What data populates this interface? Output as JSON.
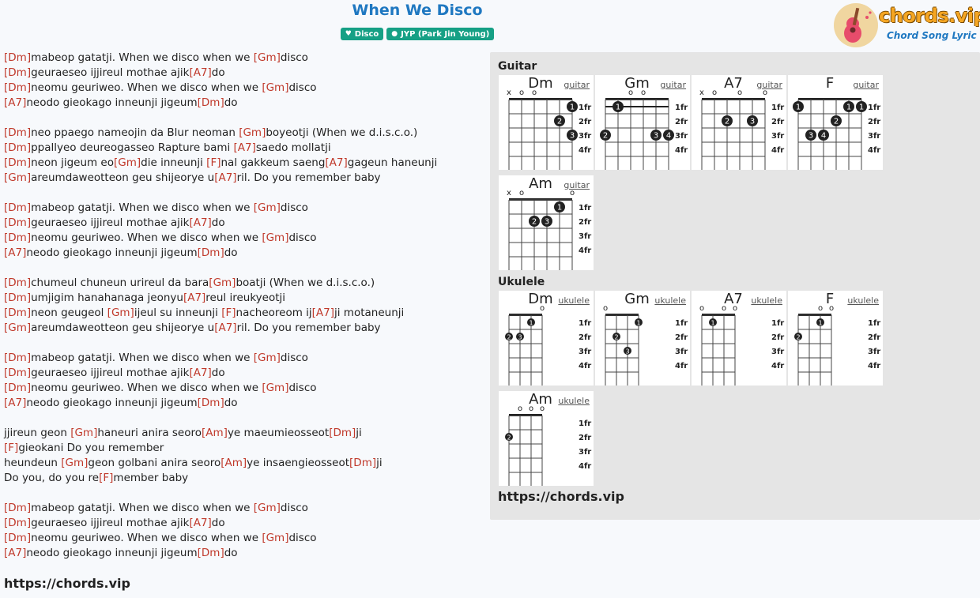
{
  "song": {
    "title": "When We Disco",
    "tags": [
      {
        "icon": "heart-icon",
        "label": "Disco"
      },
      {
        "icon": "person-icon",
        "label": "JYP (Park Jin Young)"
      }
    ]
  },
  "brand": {
    "name": "chords.vip",
    "tagline": "Chord Song Lyric"
  },
  "lyrics": [
    [
      [
        "c",
        "Dm"
      ],
      [
        "t",
        "mabeop gatatji. When we disco when we "
      ],
      [
        "c",
        "Gm"
      ],
      [
        "t",
        "disco"
      ]
    ],
    [
      [
        "c",
        "Dm"
      ],
      [
        "t",
        "geuraeseo ijjireul mothae ajik"
      ],
      [
        "c",
        "A7"
      ],
      [
        "t",
        "do"
      ]
    ],
    [
      [
        "c",
        "Dm"
      ],
      [
        "t",
        "neomu geuriweo. When we disco when we "
      ],
      [
        "c",
        "Gm"
      ],
      [
        "t",
        "disco"
      ]
    ],
    [
      [
        "c",
        "A7"
      ],
      [
        "t",
        "neodo gieokago inneunji jigeum"
      ],
      [
        "c",
        "Dm"
      ],
      [
        "t",
        "do"
      ]
    ],
    [],
    [
      [
        "c",
        "Dm"
      ],
      [
        "t",
        "neo ppaego nameojin da Blur neoman "
      ],
      [
        "c",
        "Gm"
      ],
      [
        "t",
        "boyeotji (When we d.i.s.c.o.)"
      ]
    ],
    [
      [
        "c",
        "Dm"
      ],
      [
        "t",
        "ppallyeo deureogasseo Rapture bami "
      ],
      [
        "c",
        "A7"
      ],
      [
        "t",
        "saedo mollatji"
      ]
    ],
    [
      [
        "c",
        "Dm"
      ],
      [
        "t",
        "neon jigeum eo"
      ],
      [
        "c",
        "Gm"
      ],
      [
        "t",
        "die inneunji "
      ],
      [
        "c",
        "F"
      ],
      [
        "t",
        "nal gakkeum saeng"
      ],
      [
        "c",
        "A7"
      ],
      [
        "t",
        "gageun haneunji"
      ]
    ],
    [
      [
        "c",
        "Gm"
      ],
      [
        "t",
        "areumdaweotteon geu shijeorye u"
      ],
      [
        "c",
        "A7"
      ],
      [
        "t",
        "ril. Do you remember baby"
      ]
    ],
    [],
    [
      [
        "c",
        "Dm"
      ],
      [
        "t",
        "mabeop gatatji. When we disco when we "
      ],
      [
        "c",
        "Gm"
      ],
      [
        "t",
        "disco"
      ]
    ],
    [
      [
        "c",
        "Dm"
      ],
      [
        "t",
        "geuraeseo ijjireul mothae ajik"
      ],
      [
        "c",
        "A7"
      ],
      [
        "t",
        "do"
      ]
    ],
    [
      [
        "c",
        "Dm"
      ],
      [
        "t",
        "neomu geuriweo. When we disco when we "
      ],
      [
        "c",
        "Gm"
      ],
      [
        "t",
        "disco"
      ]
    ],
    [
      [
        "c",
        "A7"
      ],
      [
        "t",
        "neodo gieokago inneunji jigeum"
      ],
      [
        "c",
        "Dm"
      ],
      [
        "t",
        "do"
      ]
    ],
    [],
    [
      [
        "c",
        "Dm"
      ],
      [
        "t",
        "chumeul chuneun urireul da bara"
      ],
      [
        "c",
        "Gm"
      ],
      [
        "t",
        "boatji (When we d.i.s.c.o.)"
      ]
    ],
    [
      [
        "c",
        "Dm"
      ],
      [
        "t",
        "umjigim hanahanaga jeonyu"
      ],
      [
        "c",
        "A7"
      ],
      [
        "t",
        "reul ireukyeotji"
      ]
    ],
    [
      [
        "c",
        "Dm"
      ],
      [
        "t",
        "neon geugeol "
      ],
      [
        "c",
        "Gm"
      ],
      [
        "t",
        "ijeul su inneunji "
      ],
      [
        "c",
        "F"
      ],
      [
        "t",
        "nacheoreom ij"
      ],
      [
        "c",
        "A7"
      ],
      [
        "t",
        "ji motaneunji"
      ]
    ],
    [
      [
        "c",
        "Gm"
      ],
      [
        "t",
        "areumdaweotteon geu shijeorye u"
      ],
      [
        "c",
        "A7"
      ],
      [
        "t",
        "ril. Do you remember baby"
      ]
    ],
    [],
    [
      [
        "c",
        "Dm"
      ],
      [
        "t",
        "mabeop gatatji. When we disco when we "
      ],
      [
        "c",
        "Gm"
      ],
      [
        "t",
        "disco"
      ]
    ],
    [
      [
        "c",
        "Dm"
      ],
      [
        "t",
        "geuraeseo ijjireul mothae ajik"
      ],
      [
        "c",
        "A7"
      ],
      [
        "t",
        "do"
      ]
    ],
    [
      [
        "c",
        "Dm"
      ],
      [
        "t",
        "neomu geuriweo. When we disco when we "
      ],
      [
        "c",
        "Gm"
      ],
      [
        "t",
        "disco"
      ]
    ],
    [
      [
        "c",
        "A7"
      ],
      [
        "t",
        "neodo gieokago inneunji jigeum"
      ],
      [
        "c",
        "Dm"
      ],
      [
        "t",
        "do"
      ]
    ],
    [],
    [
      [
        "t",
        "jjireun geon "
      ],
      [
        "c",
        "Gm"
      ],
      [
        "t",
        "haneuri anira seoro"
      ],
      [
        "c",
        "Am"
      ],
      [
        "t",
        "ye maeumieosseot"
      ],
      [
        "c",
        "Dm"
      ],
      [
        "t",
        "ji"
      ]
    ],
    [
      [
        "c",
        "F"
      ],
      [
        "t",
        "gieokani Do you remember"
      ]
    ],
    [
      [
        "t",
        "heundeun "
      ],
      [
        "c",
        "Gm"
      ],
      [
        "t",
        "geon golbani anira seoro"
      ],
      [
        "c",
        "Am"
      ],
      [
        "t",
        "ye insaengieosseot"
      ],
      [
        "c",
        "Dm"
      ],
      [
        "t",
        "ji"
      ]
    ],
    [
      [
        "t",
        "Do you, do you re"
      ],
      [
        "c",
        "F"
      ],
      [
        "t",
        "member baby"
      ]
    ],
    [],
    [
      [
        "c",
        "Dm"
      ],
      [
        "t",
        "mabeop gatatji. When we disco when we "
      ],
      [
        "c",
        "Gm"
      ],
      [
        "t",
        "disco"
      ]
    ],
    [
      [
        "c",
        "Dm"
      ],
      [
        "t",
        "geuraeseo ijjireul mothae ajik"
      ],
      [
        "c",
        "A7"
      ],
      [
        "t",
        "do"
      ]
    ],
    [
      [
        "c",
        "Dm"
      ],
      [
        "t",
        "neomu geuriweo. When we disco when we "
      ],
      [
        "c",
        "Gm"
      ],
      [
        "t",
        "disco"
      ]
    ],
    [
      [
        "c",
        "A7"
      ],
      [
        "t",
        "neodo gieokago inneunji jigeum"
      ],
      [
        "c",
        "Dm"
      ],
      [
        "t",
        "do"
      ]
    ]
  ],
  "footer_source": "https://chords.vip",
  "panel": {
    "guitar_label": "Guitar",
    "ukulele_label": "Ukulele",
    "source": "https://chords.vip",
    "fret_labels": [
      "1fr",
      "2fr",
      "3fr",
      "4fr"
    ],
    "guitar": [
      {
        "name": "Dm",
        "link": "guitar",
        "top": [
          "x",
          "o",
          "o",
          "",
          "",
          ""
        ],
        "dots": [
          [
            6,
            1,
            "1"
          ],
          [
            5,
            2,
            "2"
          ],
          [
            6,
            3,
            "3"
          ]
        ],
        "barre": null
      },
      {
        "name": "Gm",
        "link": "guitar",
        "top": [
          "",
          "",
          "o",
          "o",
          "",
          ""
        ],
        "dots": [
          [
            2,
            1,
            "1"
          ],
          [
            1,
            3,
            "2"
          ],
          [
            5,
            3,
            "3"
          ],
          [
            6,
            3,
            "4"
          ]
        ],
        "barre": [
          1,
          1,
          6
        ]
      },
      {
        "name": "A7",
        "link": "guitar",
        "top": [
          "x",
          "o",
          "",
          "o",
          "",
          "o"
        ],
        "dots": [
          [
            3,
            2,
            "2"
          ],
          [
            5,
            2,
            "3"
          ]
        ],
        "barre": null
      },
      {
        "name": "F",
        "link": "guitar",
        "top": [
          "",
          "",
          "",
          "",
          "",
          ""
        ],
        "dots": [
          [
            1,
            1,
            "1"
          ],
          [
            5,
            1,
            "1"
          ],
          [
            6,
            1,
            "1"
          ],
          [
            4,
            2,
            "2"
          ],
          [
            2,
            3,
            "3"
          ],
          [
            3,
            3,
            "4"
          ]
        ],
        "barre": null
      },
      {
        "name": "Am",
        "link": "guitar",
        "top": [
          "x",
          "o",
          "",
          "",
          "",
          "o"
        ],
        "dots": [
          [
            5,
            1,
            "1"
          ],
          [
            3,
            2,
            "2"
          ],
          [
            4,
            2,
            "3"
          ]
        ],
        "barre": null
      }
    ],
    "ukulele": [
      {
        "name": "Dm",
        "link": "ukulele",
        "top": [
          "",
          "",
          "",
          "o"
        ],
        "dots": [
          [
            3,
            1,
            "1"
          ],
          [
            1,
            2,
            "2"
          ],
          [
            2,
            2,
            "3"
          ]
        ],
        "barre": null
      },
      {
        "name": "Gm",
        "link": "ukulele",
        "top": [
          "o",
          "",
          "",
          ""
        ],
        "dots": [
          [
            4,
            1,
            "1"
          ],
          [
            2,
            2,
            "2"
          ],
          [
            3,
            3,
            "3"
          ]
        ],
        "barre": null
      },
      {
        "name": "A7",
        "link": "ukulele",
        "top": [
          "o",
          "",
          "o",
          "o"
        ],
        "dots": [
          [
            2,
            1,
            "1"
          ]
        ],
        "barre": null
      },
      {
        "name": "F",
        "link": "ukulele",
        "top": [
          "",
          "",
          "o",
          "o"
        ],
        "dots": [
          [
            1,
            2,
            "2"
          ],
          [
            3,
            1,
            "1"
          ]
        ],
        "barre": null
      },
      {
        "name": "Am",
        "link": "ukulele",
        "top": [
          "",
          "o",
          "o",
          "o"
        ],
        "dots": [
          [
            1,
            2,
            "2"
          ]
        ],
        "barre": null
      }
    ]
  }
}
